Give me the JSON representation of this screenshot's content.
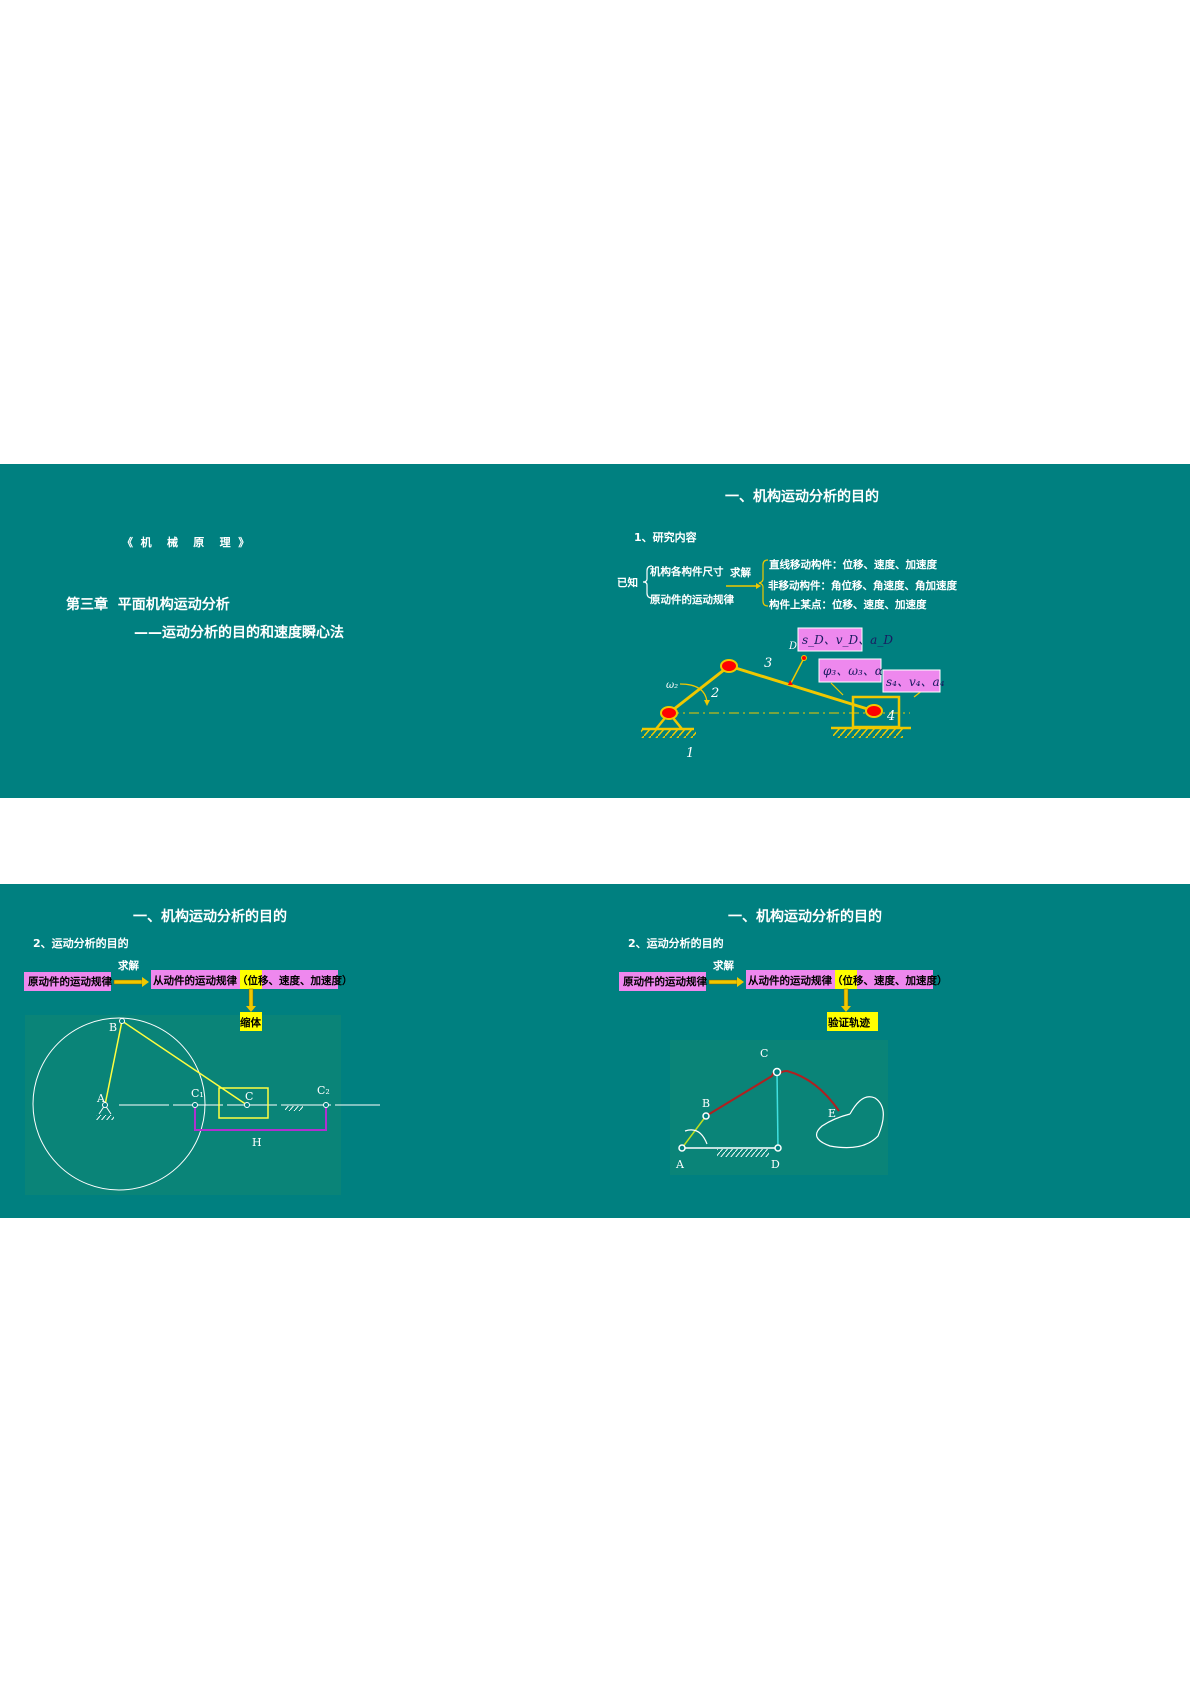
{
  "colors": {
    "slide_bg": "#008080",
    "pink": "#ee88ee",
    "yellow": "#ffff00",
    "link": "#f0c800",
    "joint": "#ff0000",
    "coupler": "#b02020",
    "rocker": "#40e0e0"
  },
  "slide1": {
    "book_title": "《  机    械    原    理  》",
    "chapter": "第三章  平面机构运动分析",
    "subtitle": "——运动分析的目的和速度瞬心法"
  },
  "slide2": {
    "title": "一、机构运动分析的目的",
    "section": "1、研究内容",
    "known_label": "已知",
    "known_items": [
      "机构各构件尺寸",
      "原动件的运动规律"
    ],
    "solve_label": "求解",
    "solve_items": [
      "直线移动构件：位移、速度、加速度",
      "非移动构件：角位移、角速度、角加速度",
      "构件上某点：位移、速度、加速度"
    ],
    "diagram": {
      "labels": {
        "omega2": "ω₂",
        "link1": "1",
        "link2": "2",
        "link3": "3",
        "link4": "4",
        "pointD": "D"
      },
      "boxes": [
        "s_D、v_D、a_D",
        "φ₃、ω₃、α₃",
        "s₄、v₄、a₄"
      ]
    }
  },
  "slide3": {
    "title": "一、机构运动分析的目的",
    "section": "2、运动分析的目的",
    "input_box": "原动件的运动规律",
    "solve_label": "求解",
    "output_prefix": "从动件的运动规律（",
    "output_highlight": "位移",
    "output_suffix": "、速度、加速度）",
    "result_box": "缩体",
    "diagram": {
      "labels": {
        "A": "A",
        "B": "B",
        "C": "C",
        "C1": "C₁",
        "C2": "C₂",
        "H": "H"
      }
    }
  },
  "slide4": {
    "title": "一、机构运动分析的目的",
    "section": "2、运动分析的目的",
    "input_box": "原动件的运动规律",
    "solve_label": "求解",
    "output_prefix": "从动件的运动规律（",
    "output_highlight": "位移",
    "output_suffix": "、速度、加速度）",
    "result_box": "验证轨迹",
    "diagram": {
      "labels": {
        "A": "A",
        "B": "B",
        "C": "C",
        "D": "D",
        "E": "E"
      }
    }
  }
}
